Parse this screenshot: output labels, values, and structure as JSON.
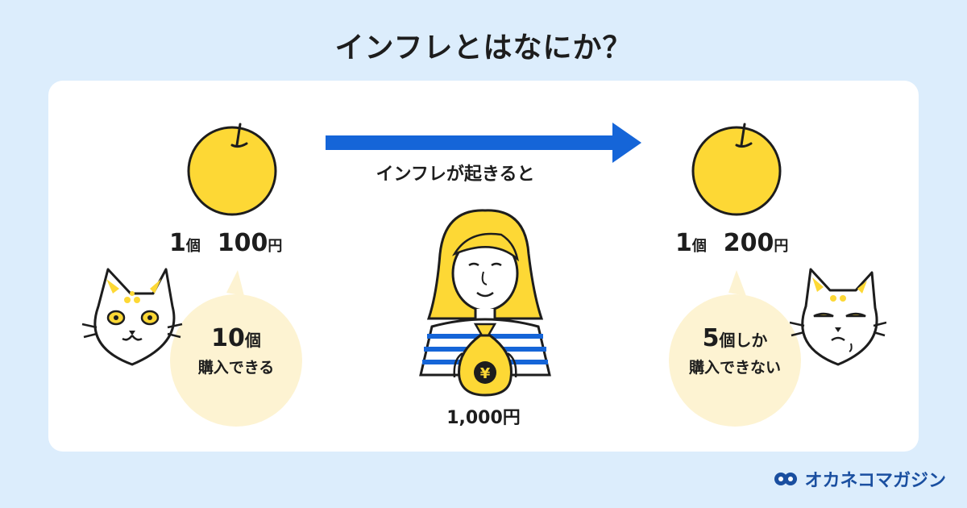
{
  "title": "インフレとはなにか？",
  "left": {
    "qty": "1",
    "qty_unit": "個",
    "price": "100",
    "price_unit": "円",
    "bubble_big": "10",
    "bubble_big_unit": "個",
    "bubble_line": "購入できる"
  },
  "arrow_label": "インフレが起きると",
  "money_label": "1,000円",
  "right": {
    "qty": "1",
    "qty_unit": "個",
    "price": "200",
    "price_unit": "円",
    "bubble_big": "5",
    "bubble_big_unit": "個しか",
    "bubble_line": "購入できない"
  },
  "brand": "オカネコマガジン",
  "colors": {
    "background": "#dcedfc",
    "card": "#ffffff",
    "fruit": "#fdd835",
    "arrow": "#1565d8",
    "bubble": "#fdf3d2",
    "brand": "#1a4fa0"
  },
  "icons": [
    "fruit-icon",
    "cat-icon",
    "woman-illustration",
    "money-bag-icon",
    "yen-icon",
    "arrow-right-icon",
    "brand-logo-icon"
  ]
}
